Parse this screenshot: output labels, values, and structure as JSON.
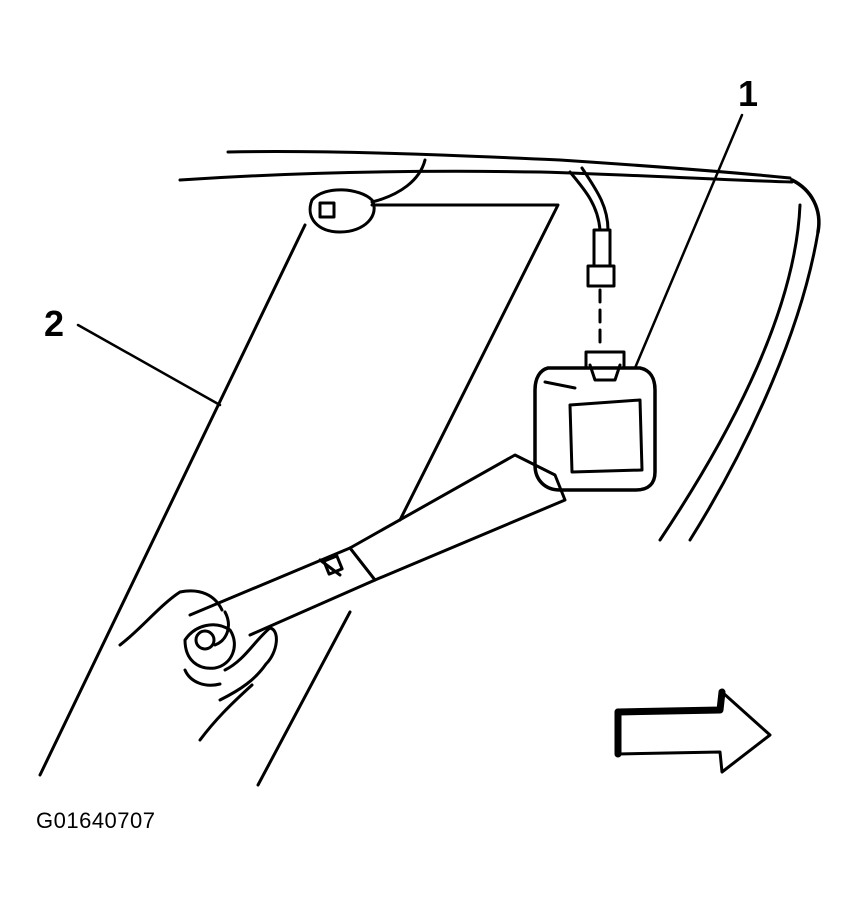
{
  "callouts": {
    "one": "1",
    "two": "2"
  },
  "figure_code": "G01640707",
  "colors": {
    "ink": "#000000",
    "paper": "#ffffff"
  },
  "icons": {
    "direction": "forward-arrow-icon"
  }
}
